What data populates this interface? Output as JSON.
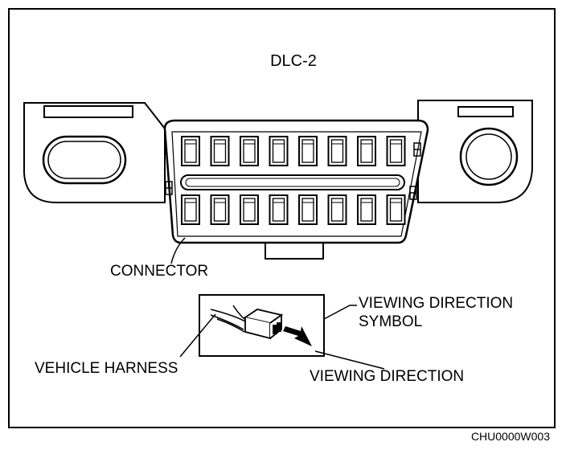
{
  "title": "DLC-2",
  "labels": {
    "connector": "CONNECTOR",
    "viewing_direction_symbol_line1": "VIEWING DIRECTION",
    "viewing_direction_symbol_line2": "SYMBOL",
    "vehicle_harness": "VEHICLE HARNESS",
    "viewing_direction": "VIEWING DIRECTION"
  },
  "figure_code": "CHU0000W003",
  "connector": {
    "pins_per_row": 8,
    "rows": 2
  }
}
